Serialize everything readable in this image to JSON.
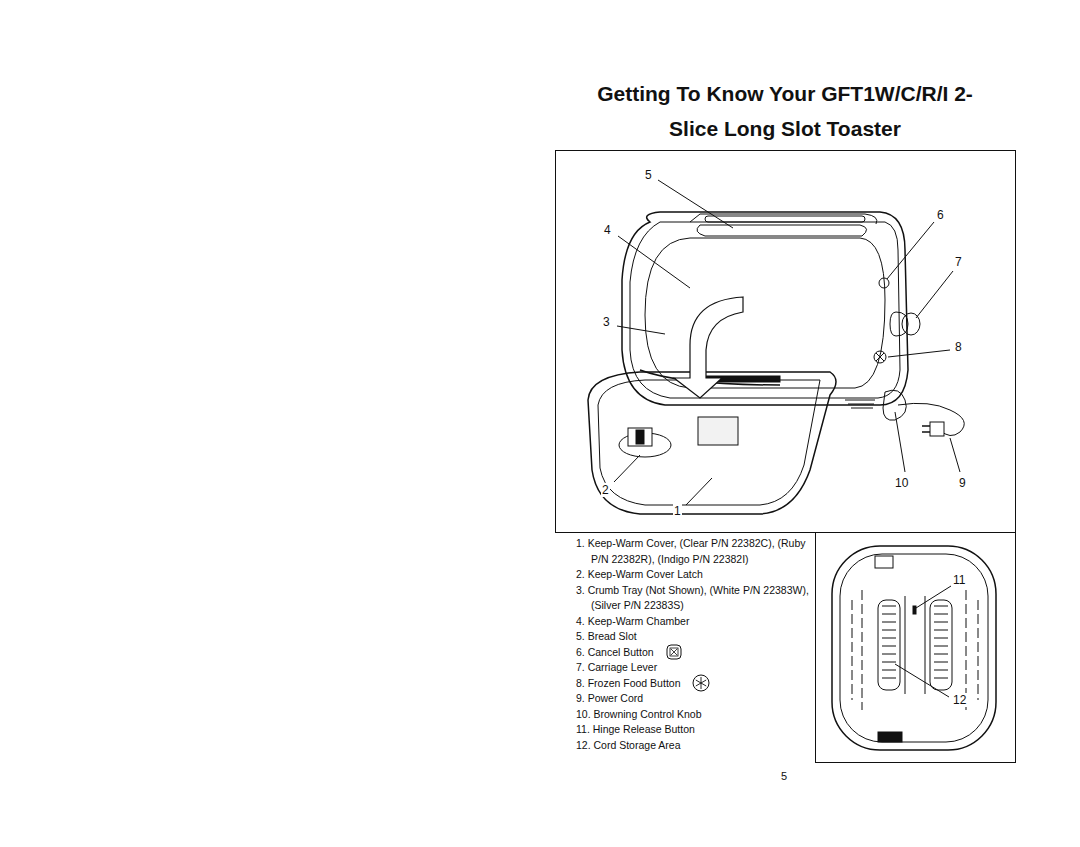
{
  "diagram": {
    "title": "Getting To Know Your GFT1W/C/R/I 2-Slice Long Slot Toaster",
    "labels": [
      "5",
      "6",
      "4",
      "7",
      "3",
      "8",
      "10",
      "9",
      "2",
      "1",
      "1. Keep-Warm Cover, (Clear P/N 22382C), (Ruby P/N 22382R), (Indigo P/N 22382I)",
      "2. Keep-Warm Cover Latch",
      "3. Crumb Tray (Not Shown), (White P/N 22383W), (Silver P/N 22383S)",
      "4. Keep-Warm Chamber",
      "5. Bread Slot",
      "6. Cancel Button",
      "7. Carriage Lever",
      "8. Frozen Food Button",
      "9. Power Cord",
      "10. Browning Control Knob",
      "11. Hinge Release Button",
      "12. Cord Storage Area",
      "11",
      "12",
      "5"
    ]
  }
}
